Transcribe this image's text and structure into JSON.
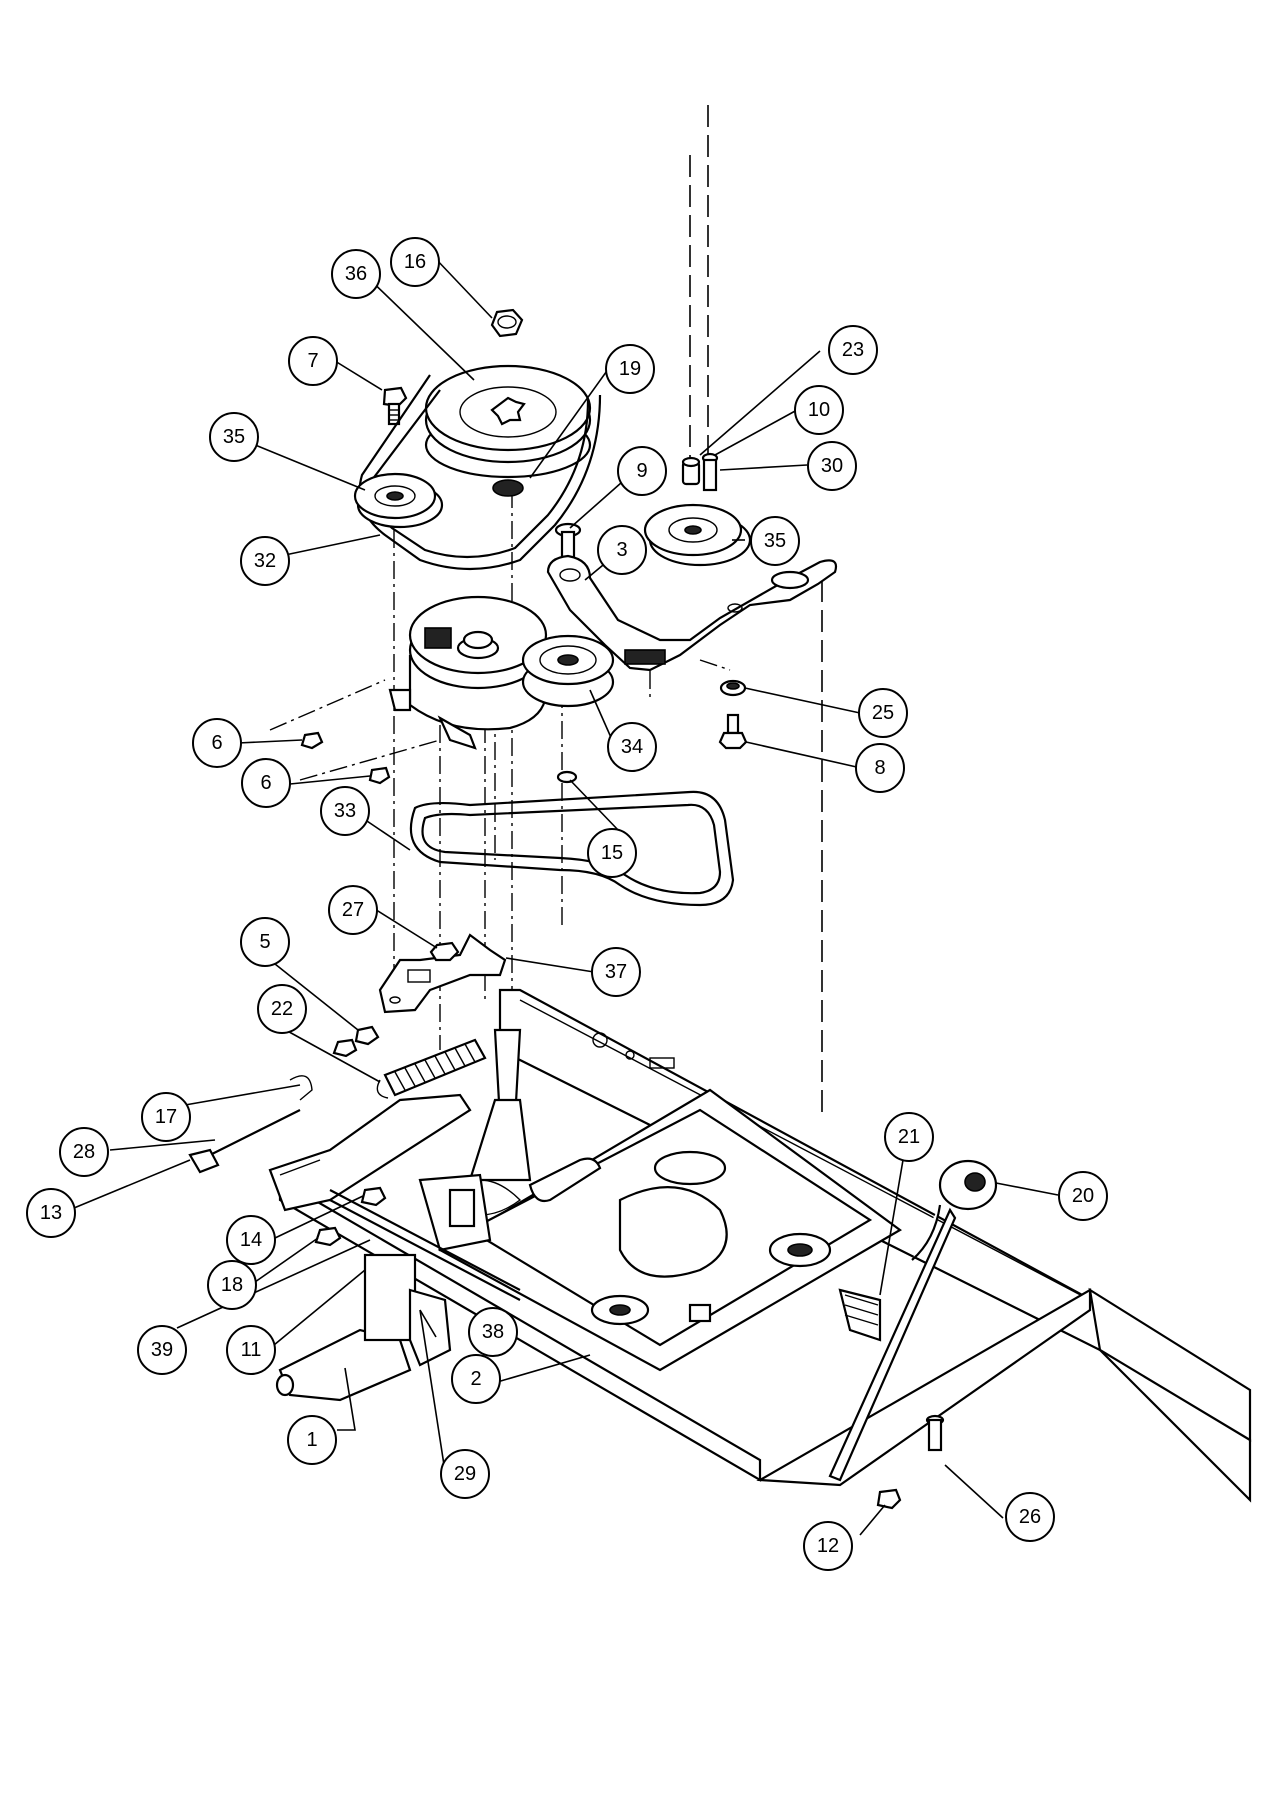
{
  "callouts": [
    {
      "id": "c1",
      "label": "1"
    },
    {
      "id": "c2",
      "label": "2"
    },
    {
      "id": "c3",
      "label": "3"
    },
    {
      "id": "c5",
      "label": "5"
    },
    {
      "id": "c6a",
      "label": "6"
    },
    {
      "id": "c6b",
      "label": "6"
    },
    {
      "id": "c7",
      "label": "7"
    },
    {
      "id": "c8",
      "label": "8"
    },
    {
      "id": "c9",
      "label": "9"
    },
    {
      "id": "c10",
      "label": "10"
    },
    {
      "id": "c11",
      "label": "11"
    },
    {
      "id": "c12",
      "label": "12"
    },
    {
      "id": "c13",
      "label": "13"
    },
    {
      "id": "c14",
      "label": "14"
    },
    {
      "id": "c15",
      "label": "15"
    },
    {
      "id": "c16",
      "label": "16"
    },
    {
      "id": "c17",
      "label": "17"
    },
    {
      "id": "c18",
      "label": "18"
    },
    {
      "id": "c19",
      "label": "19"
    },
    {
      "id": "c20",
      "label": "20"
    },
    {
      "id": "c21",
      "label": "21"
    },
    {
      "id": "c22",
      "label": "22"
    },
    {
      "id": "c23",
      "label": "23"
    },
    {
      "id": "c25",
      "label": "25"
    },
    {
      "id": "c26",
      "label": "26"
    },
    {
      "id": "c27",
      "label": "27"
    },
    {
      "id": "c28",
      "label": "28"
    },
    {
      "id": "c29",
      "label": "29"
    },
    {
      "id": "c30",
      "label": "30"
    },
    {
      "id": "c32",
      "label": "32"
    },
    {
      "id": "c33",
      "label": "33"
    },
    {
      "id": "c34",
      "label": "34"
    },
    {
      "id": "c35a",
      "label": "35"
    },
    {
      "id": "c35b",
      "label": "35"
    },
    {
      "id": "c36",
      "label": "36"
    },
    {
      "id": "c37",
      "label": "37"
    },
    {
      "id": "c38",
      "label": "38"
    },
    {
      "id": "c39",
      "label": "39"
    }
  ]
}
